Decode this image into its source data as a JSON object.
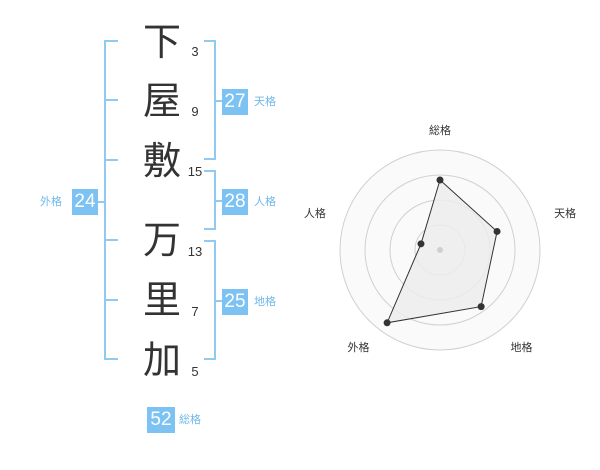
{
  "name": {
    "characters": [
      {
        "char": "下",
        "strokes": "3"
      },
      {
        "char": "屋",
        "strokes": "9"
      },
      {
        "char": "敷",
        "strokes": "15"
      },
      {
        "char": "万",
        "strokes": "13"
      },
      {
        "char": "里",
        "strokes": "7"
      },
      {
        "char": "加",
        "strokes": "5"
      }
    ]
  },
  "fortunes": {
    "tenkaku": {
      "value": "27",
      "label": "天格"
    },
    "jinkaku": {
      "value": "28",
      "label": "人格"
    },
    "chikaku": {
      "value": "25",
      "label": "地格"
    },
    "gaikaku": {
      "value": "24",
      "label": "外格"
    },
    "soukaku": {
      "value": "52",
      "label": "総格"
    }
  },
  "colors": {
    "accent": "#7cc3f4",
    "line": "#90c9f3"
  },
  "chart_data": {
    "type": "radar",
    "axes": [
      "総格",
      "天格",
      "地格",
      "外格",
      "人格"
    ],
    "values": [
      3.5,
      3,
      3.5,
      4.5,
      1
    ],
    "max": 5,
    "rings": 4,
    "fill": "#ececec",
    "stroke": "#333333"
  }
}
